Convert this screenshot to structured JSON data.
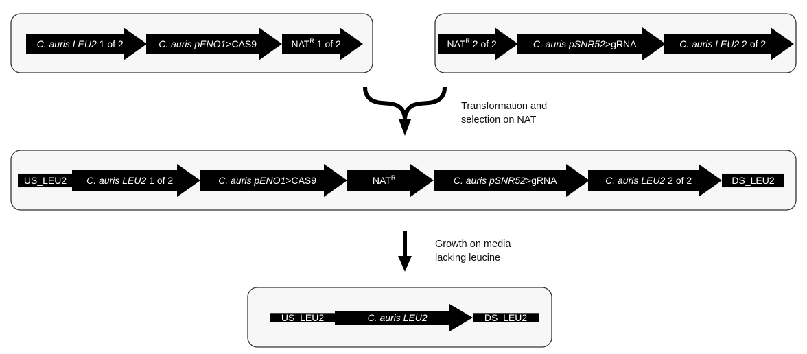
{
  "steps": [
    {
      "name": "step-transformation",
      "caption_lines": [
        "Transformation and",
        "selection on NAT"
      ]
    },
    {
      "name": "step-growth",
      "caption_lines": [
        "Growth on media",
        "lacking leucine"
      ]
    }
  ],
  "constructs": [
    {
      "name": "construct-fragment-1",
      "segments": [
        {
          "shape": "arrow",
          "label": [
            {
              "t": "C. auris LEU2",
              "it": true
            },
            {
              "t": " 1 of 2"
            }
          ]
        },
        {
          "shape": "arrow",
          "label": [
            {
              "t": "C. auris pENO1",
              "it": true
            },
            {
              "t": ">CAS9"
            }
          ]
        },
        {
          "shape": "arrow",
          "label": [
            {
              "t": "NAT"
            },
            {
              "t": "R",
              "sup": true
            },
            {
              "t": " 1 of 2"
            }
          ]
        }
      ]
    },
    {
      "name": "construct-fragment-2",
      "segments": [
        {
          "shape": "arrow",
          "label": [
            {
              "t": "NAT"
            },
            {
              "t": "R",
              "sup": true
            },
            {
              "t": " 2 of 2"
            }
          ]
        },
        {
          "shape": "arrow",
          "label": [
            {
              "t": "C. auris pSNR52",
              "it": true
            },
            {
              "t": ">gRNA"
            }
          ]
        },
        {
          "shape": "arrow",
          "label": [
            {
              "t": "C. auris LEU2",
              "it": true
            },
            {
              "t": " 2 of 2"
            }
          ]
        }
      ]
    },
    {
      "name": "construct-integrated",
      "segments": [
        {
          "shape": "rect",
          "label": [
            {
              "t": "US_LEU2"
            }
          ]
        },
        {
          "shape": "arrow",
          "label": [
            {
              "t": "C. auris LEU2",
              "it": true
            },
            {
              "t": " 1 of 2"
            }
          ]
        },
        {
          "shape": "arrow",
          "label": [
            {
              "t": "C. auris pENO1",
              "it": true
            },
            {
              "t": ">CAS9"
            }
          ]
        },
        {
          "shape": "arrow",
          "label": [
            {
              "t": "NAT"
            },
            {
              "t": "R",
              "sup": true
            }
          ]
        },
        {
          "shape": "arrow",
          "label": [
            {
              "t": "C. auris pSNR52",
              "it": true
            },
            {
              "t": ">gRNA"
            }
          ]
        },
        {
          "shape": "arrow",
          "label": [
            {
              "t": "C. auris LEU2",
              "it": true
            },
            {
              "t": " 2 of 2"
            }
          ]
        },
        {
          "shape": "rect",
          "label": [
            {
              "t": "DS_LEU2"
            }
          ]
        }
      ]
    },
    {
      "name": "construct-final",
      "segments": [
        {
          "shape": "rect",
          "label": [
            {
              "t": "US_LEU2"
            }
          ]
        },
        {
          "shape": "arrow",
          "label": [
            {
              "t": "C. auris LEU2",
              "it": true
            }
          ]
        },
        {
          "shape": "rect",
          "label": [
            {
              "t": "DS_LEU2"
            }
          ]
        }
      ]
    }
  ]
}
